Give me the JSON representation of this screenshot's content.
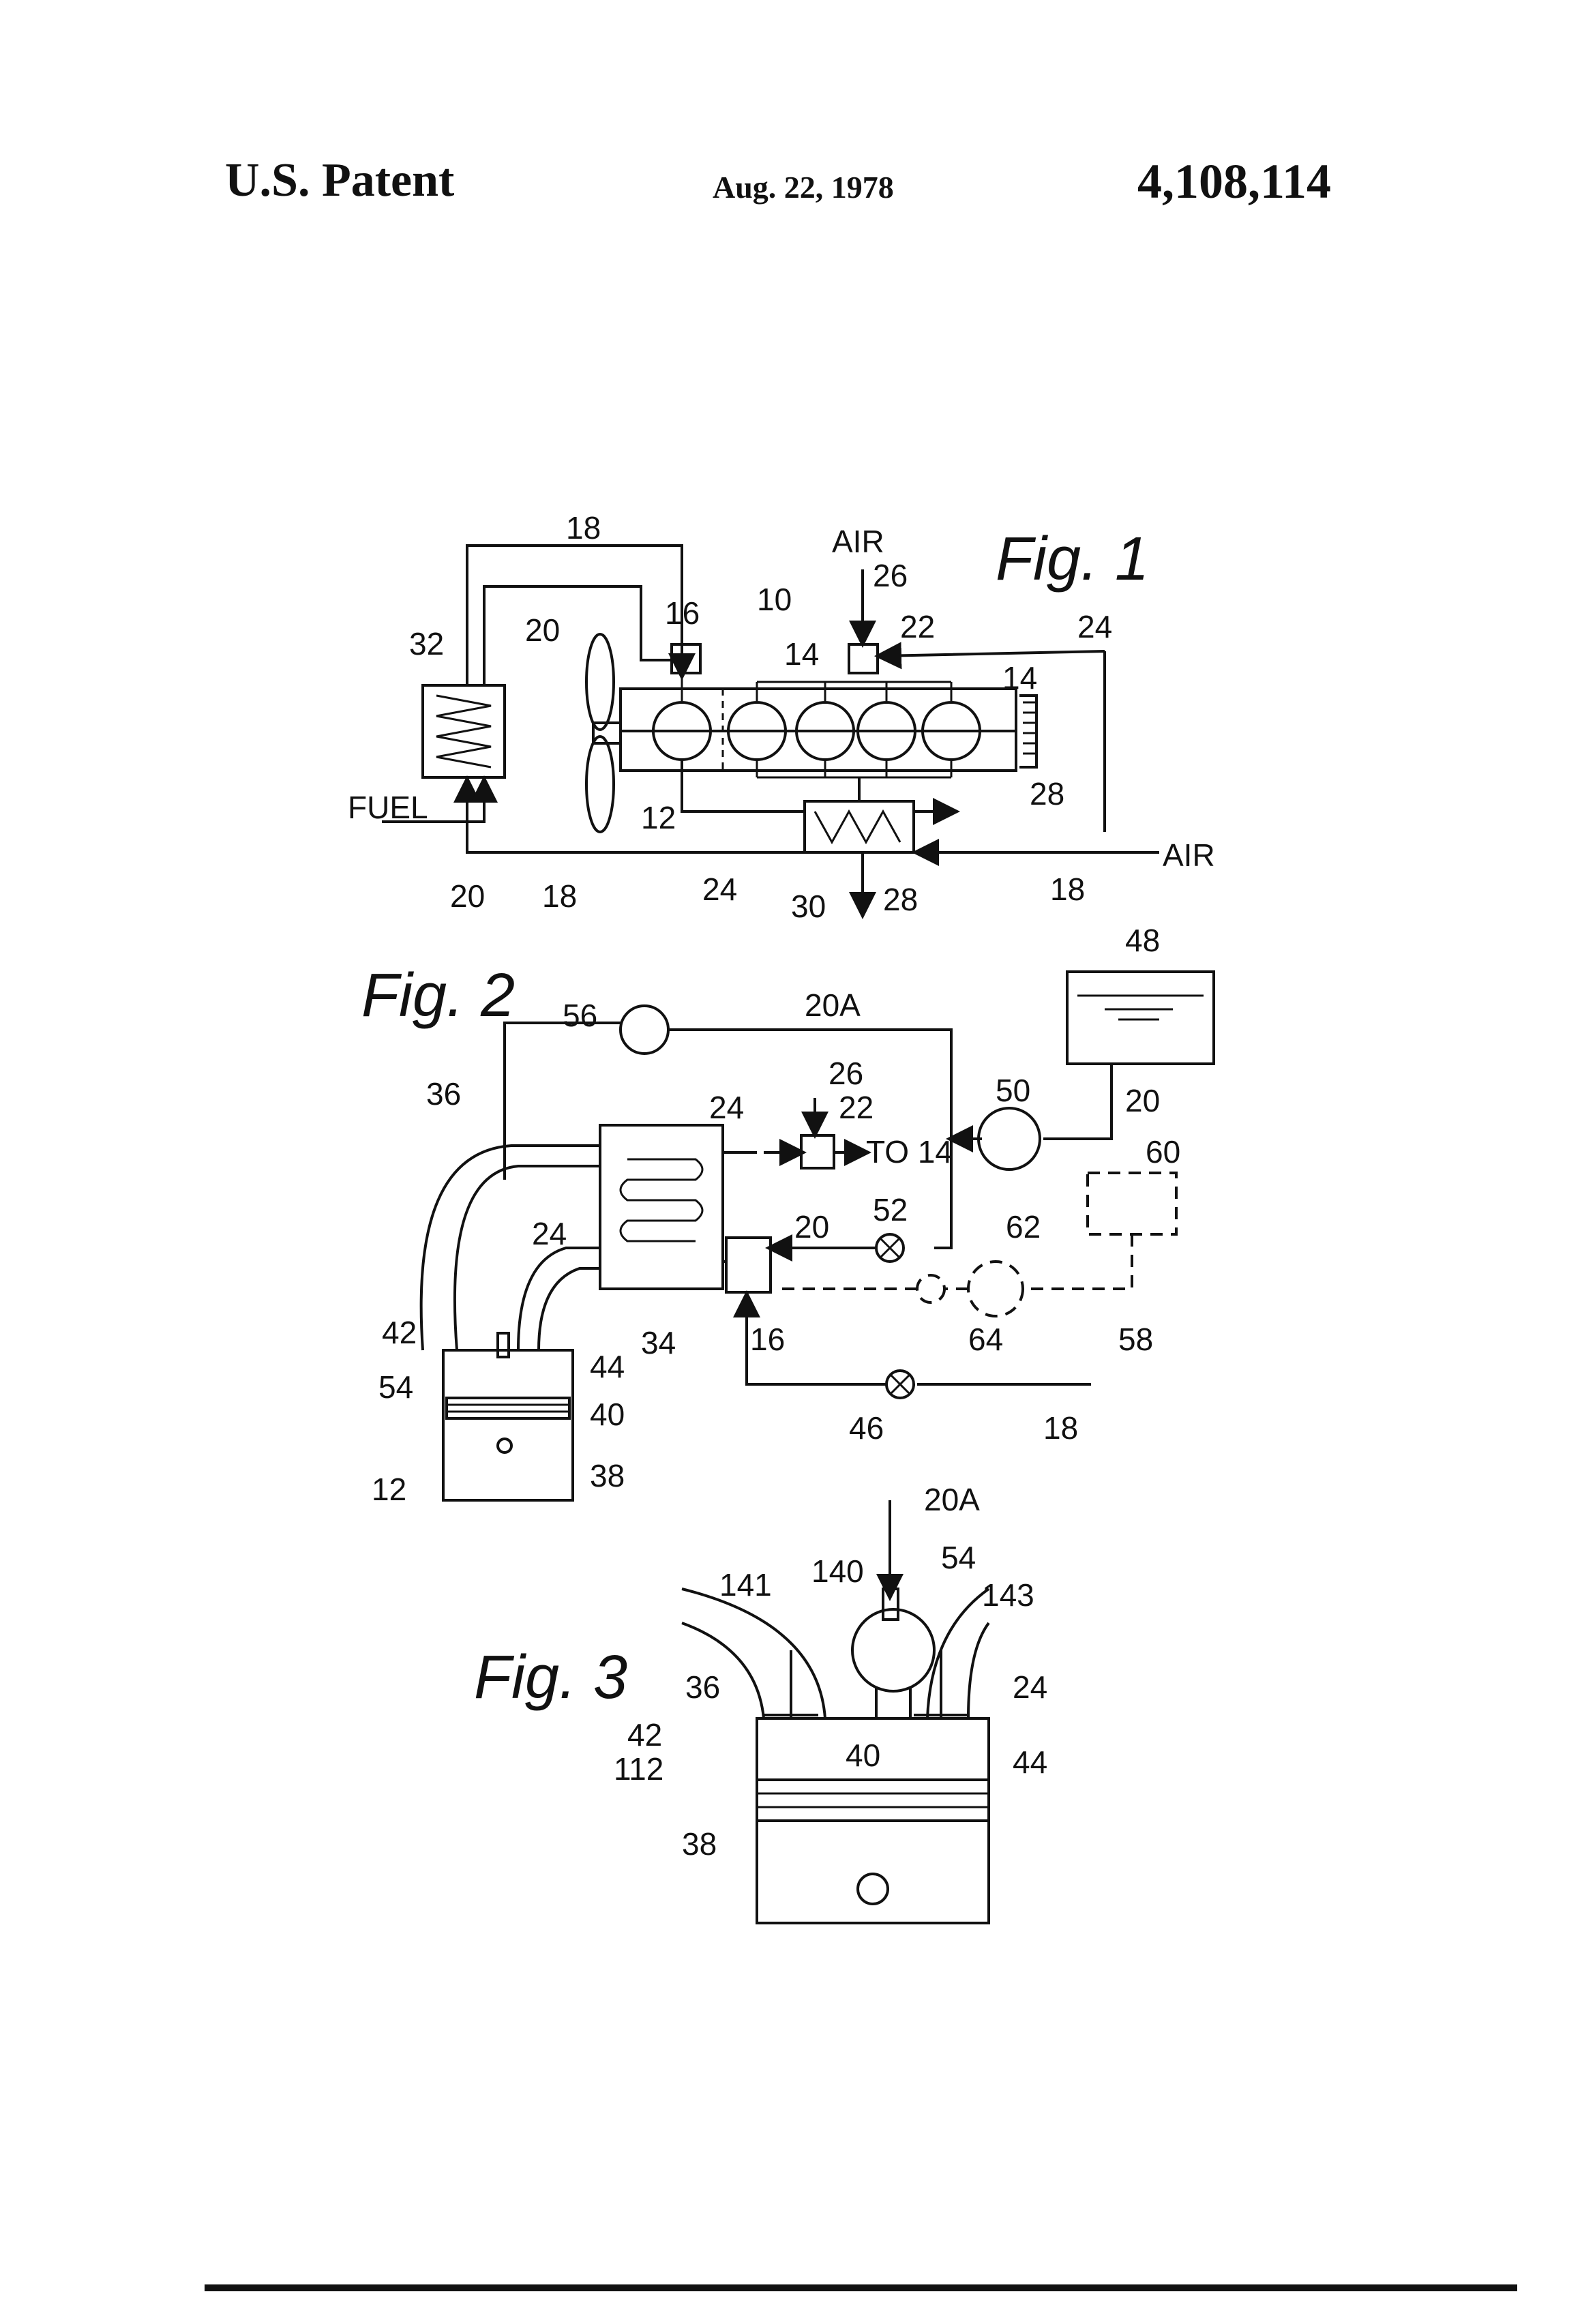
{
  "header": {
    "left": "U.S. Patent",
    "date": "Aug. 22, 1978",
    "number": "4,108,114"
  },
  "fig1": {
    "title": "Fig. 1",
    "labels": {
      "l18a": "18",
      "air_top": "AIR",
      "l26": "26",
      "l16": "16",
      "l10": "10",
      "l20a": "20",
      "l22": "22",
      "l24a": "24",
      "l32": "32",
      "l14a": "14",
      "l14b": "14",
      "fuel": "FUEL",
      "l12": "12",
      "l28a": "28",
      "air_right": "AIR",
      "l20b": "20",
      "l18b": "18",
      "l24b": "24",
      "l30": "30",
      "l28b": "28",
      "l18c": "18"
    }
  },
  "fig2": {
    "title": "Fig. 2",
    "labels": {
      "l48": "48",
      "l56": "56",
      "l20A": "20A",
      "l36": "36",
      "l26": "26",
      "l24a": "24",
      "l22": "22",
      "to14": "TO 14",
      "l50": "50",
      "l20a": "20",
      "l60": "60",
      "l20b": "20",
      "l52": "52",
      "l62": "62",
      "l24b": "24",
      "l42": "42",
      "l44": "44",
      "l34": "34",
      "l16": "16",
      "l64": "64",
      "l58": "58",
      "l54": "54",
      "l40": "40",
      "l46": "46",
      "l18": "18",
      "l12": "12",
      "l38": "38"
    }
  },
  "fig3": {
    "title": "Fig. 3",
    "labels": {
      "l20A": "20A",
      "l54": "54",
      "l141": "141",
      "l140": "140",
      "l143": "143",
      "l36": "36",
      "l24": "24",
      "l42": "42",
      "l40": "40",
      "l112": "112",
      "l44": "44",
      "l38": "38"
    }
  }
}
